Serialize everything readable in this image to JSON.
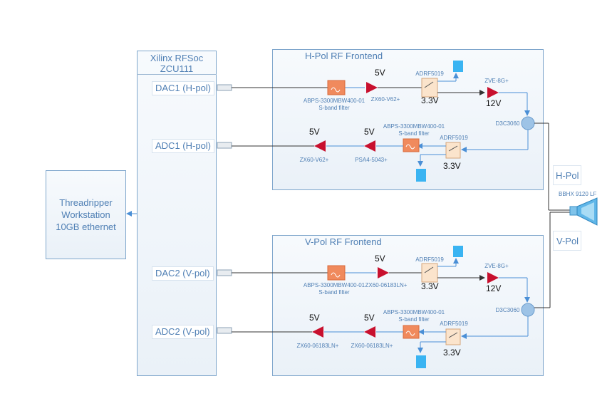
{
  "workstation": {
    "line1": "Threadripper",
    "line2": "Workstation",
    "line3": "10GB ethernet"
  },
  "rfsoc": {
    "line1": "Xilinx RFSoc",
    "line2": "ZCU111"
  },
  "ports": {
    "dac1": "DAC1 (H-pol)",
    "adc1": "ADC1 (H-pol)",
    "dac2": "DAC2 (V-pol)",
    "adc2": "ADC2 (V-pol)"
  },
  "hpol": {
    "title": "H-Pol RF Frontend",
    "tx_filter_line1": "ABPS-3300MBW400-01",
    "tx_filter_line2": "S-band filter",
    "tx_amp": "ZX60-V62+",
    "tx_amp_voltage": "5V",
    "tx_switch": "ADRF5019",
    "tx_switch_voltage": "3.3V",
    "pa": "ZVE-8G+",
    "pa_voltage": "12V",
    "coupler": "D3C3060",
    "rx_filter_line1": "ABPS-3300MBW400-01",
    "rx_filter_line2": "S-band filter",
    "rx_switch": "ADRF5019",
    "rx_switch_voltage": "3.3V",
    "lna1": "PSA4-5043+",
    "lna1_voltage": "5V",
    "lna2": "ZX60-V62+",
    "lna2_voltage": "5V"
  },
  "vpol": {
    "title": "V-Pol RF Frontend",
    "tx_filter_line1": "ABPS-3300MBW400-01",
    "tx_filter_line2": "S-band filter",
    "tx_amp": "ZX60-06183LN+",
    "tx_amp_voltage": "5V",
    "tx_switch": "ADRF5019",
    "tx_switch_voltage": "3.3V",
    "pa": "ZVE-8G+",
    "pa_voltage": "12V",
    "coupler": "D3C3060",
    "rx_filter_line1": "ABPS-3300MBW400-01",
    "rx_filter_line2": "S-band filter",
    "rx_switch": "ADRF5019",
    "rx_switch_voltage": "3.3V",
    "lna1": "ZX60-06183LN+",
    "lna1_voltage": "5V",
    "lna2": "ZX60-06183LN+",
    "lna2_voltage": "5V"
  },
  "antenna": {
    "hpol_label": "H-Pol",
    "vpol_label": "V-Pol",
    "model": "BBHX 9120 LF"
  },
  "colors": {
    "line_blue": "#4a8fd6",
    "amp_red": "#c8102e",
    "filter_orange": "#f08a5d",
    "term_blue": "#3ab4f2"
  }
}
